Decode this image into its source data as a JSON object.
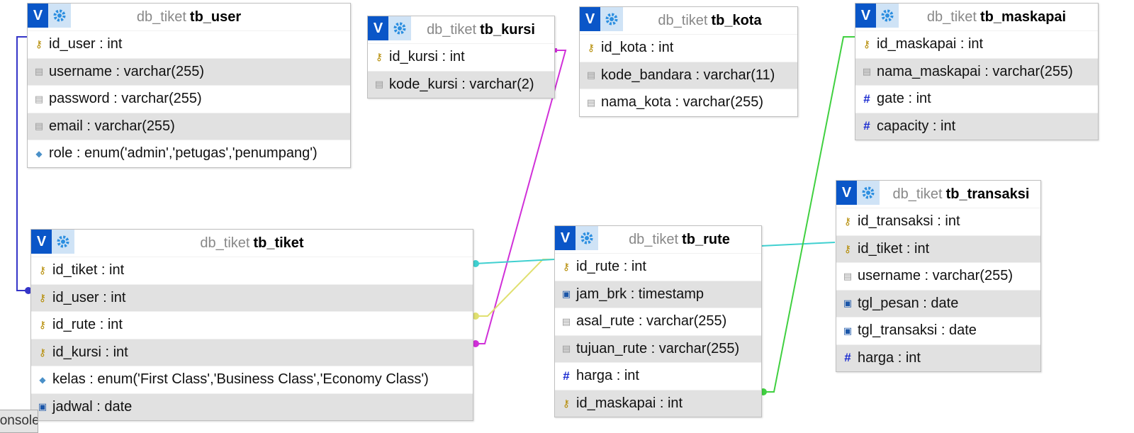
{
  "tables": [
    {
      "id": "tb_user",
      "db": "db_tiket",
      "name": "tb_user",
      "columns": [
        {
          "icon": "key-icon",
          "text": "id_user : int"
        },
        {
          "icon": "text-field-icon",
          "text": "username : varchar(255)"
        },
        {
          "icon": "text-field-icon",
          "text": "password : varchar(255)"
        },
        {
          "icon": "text-field-icon",
          "text": "email : varchar(255)"
        },
        {
          "icon": "enum-field-icon",
          "text": "role : enum('admin','petugas','penumpang')"
        }
      ]
    },
    {
      "id": "tb_kursi",
      "db": "db_tiket",
      "name": "tb_kursi",
      "columns": [
        {
          "icon": "key-icon",
          "text": "id_kursi : int"
        },
        {
          "icon": "text-field-icon",
          "text": "kode_kursi : varchar(2)"
        }
      ]
    },
    {
      "id": "tb_kota",
      "db": "db_tiket",
      "name": "tb_kota",
      "columns": [
        {
          "icon": "key-icon",
          "text": "id_kota : int"
        },
        {
          "icon": "text-field-icon",
          "text": "kode_bandara : varchar(11)"
        },
        {
          "icon": "text-field-icon",
          "text": "nama_kota : varchar(255)"
        }
      ]
    },
    {
      "id": "tb_maskapai",
      "db": "db_tiket",
      "name": "tb_maskapai",
      "columns": [
        {
          "icon": "key-icon",
          "text": "id_maskapai : int"
        },
        {
          "icon": "text-field-icon",
          "text": "nama_maskapai : varchar(255)"
        },
        {
          "icon": "number-field-icon",
          "text": "gate : int"
        },
        {
          "icon": "number-field-icon",
          "text": "capacity : int"
        }
      ]
    },
    {
      "id": "tb_transaksi",
      "db": "db_tiket",
      "name": "tb_transaksi",
      "columns": [
        {
          "icon": "key-icon",
          "text": "id_transaksi : int"
        },
        {
          "icon": "key-icon",
          "text": "id_tiket : int"
        },
        {
          "icon": "text-field-icon",
          "text": "username : varchar(255)"
        },
        {
          "icon": "date-field-icon",
          "text": "tgl_pesan : date"
        },
        {
          "icon": "date-field-icon",
          "text": "tgl_transaksi : date"
        },
        {
          "icon": "number-field-icon",
          "text": "harga : int"
        }
      ]
    },
    {
      "id": "tb_tiket",
      "db": "db_tiket",
      "name": "tb_tiket",
      "columns": [
        {
          "icon": "key-icon",
          "text": "id_tiket : int"
        },
        {
          "icon": "key-icon",
          "text": "id_user : int"
        },
        {
          "icon": "key-icon",
          "text": "id_rute : int"
        },
        {
          "icon": "key-icon",
          "text": "id_kursi : int"
        },
        {
          "icon": "enum-field-icon",
          "text": "kelas : enum('First Class','Business Class','Economy Class')"
        },
        {
          "icon": "date-field-icon",
          "text": "jadwal : date"
        }
      ]
    },
    {
      "id": "tb_rute",
      "db": "db_tiket",
      "name": "tb_rute",
      "columns": [
        {
          "icon": "key-icon",
          "text": "id_rute : int"
        },
        {
          "icon": "date-field-icon",
          "text": "jam_brk : timestamp"
        },
        {
          "icon": "text-field-icon",
          "text": "asal_rute : varchar(255)"
        },
        {
          "icon": "text-field-icon",
          "text": "tujuan_rute : varchar(255)"
        },
        {
          "icon": "number-field-icon",
          "text": "harga : int"
        },
        {
          "icon": "key-icon",
          "text": "id_maskapai : int"
        }
      ]
    }
  ],
  "buttons": {
    "toggle_label": "V"
  },
  "relation_colors": {
    "user_tiket": "#3535c8",
    "kursi_tiket": "#d030d8",
    "rute_tiket": "#e0e070",
    "tiket_transaksi": "#40d0d0",
    "maskapai_rute": "#40d040"
  },
  "console": {
    "label": "Console"
  }
}
